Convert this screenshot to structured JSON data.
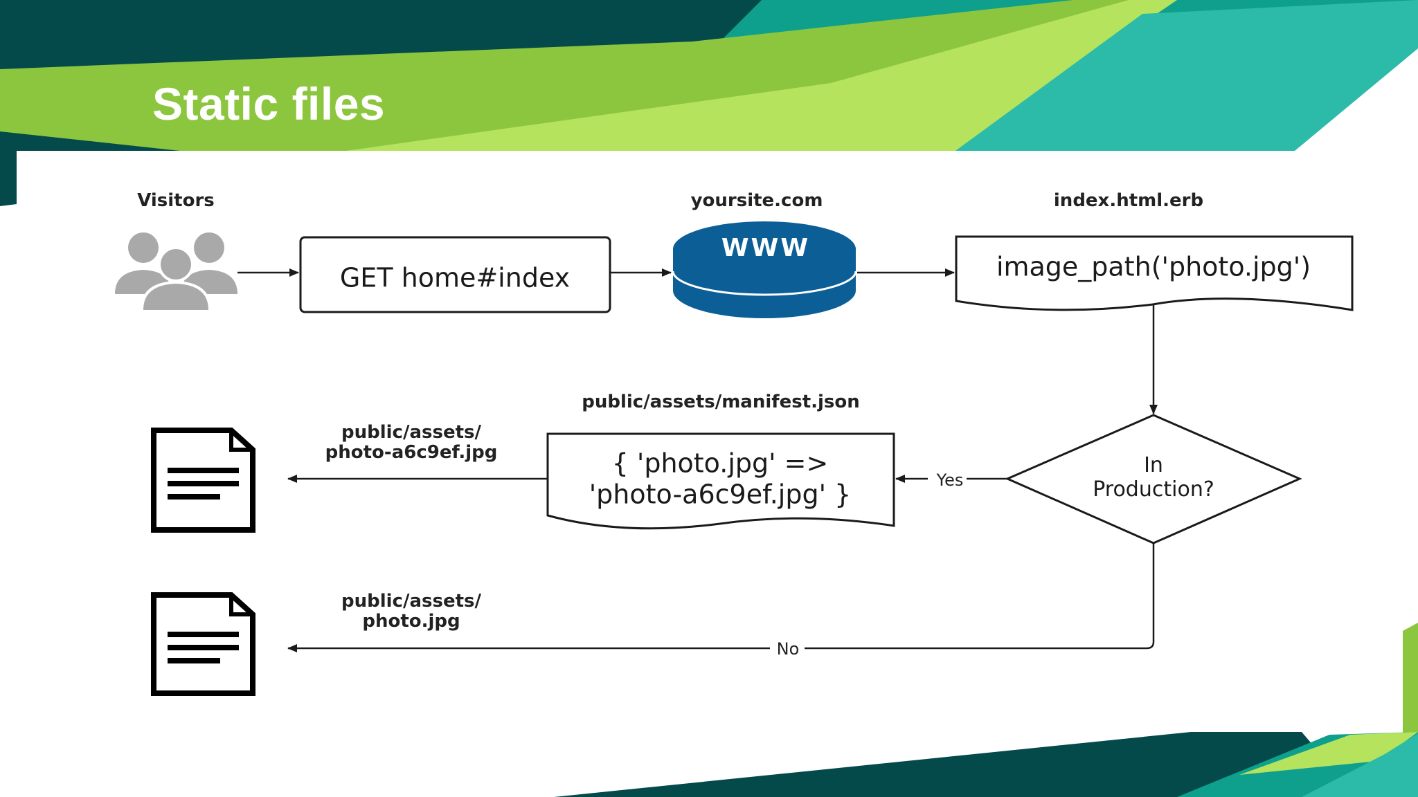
{
  "slide": {
    "title": "Static files"
  },
  "diagram": {
    "labels": {
      "visitors": "Visitors",
      "site": "yoursite.com",
      "template": "index.html.erb",
      "manifest": "public/assets/manifest.json",
      "fingerprinted_line1": "public/assets/",
      "fingerprinted_line2": "photo-a6c9ef.jpg",
      "plain_line1": "public/assets/",
      "plain_line2": "photo.jpg"
    },
    "nodes": {
      "request": "GET home#index",
      "server": "WWW",
      "helper": "image_path('photo.jpg')",
      "manifest_line1": "{ 'photo.jpg' =>",
      "manifest_line2": "'photo-a6c9ef.jpg' }",
      "decision_line1": "In",
      "decision_line2": "Production?"
    },
    "edges": {
      "yes": "Yes",
      "no": "No"
    }
  },
  "colors": {
    "dark_teal": "#044a4a",
    "teal": "#0ea08c",
    "light_teal": "#2bbba8",
    "green": "#8cc63f",
    "light_green": "#b5e35e",
    "server_blue": "#0c5f96",
    "visitor_gray": "#a9a9a9"
  }
}
